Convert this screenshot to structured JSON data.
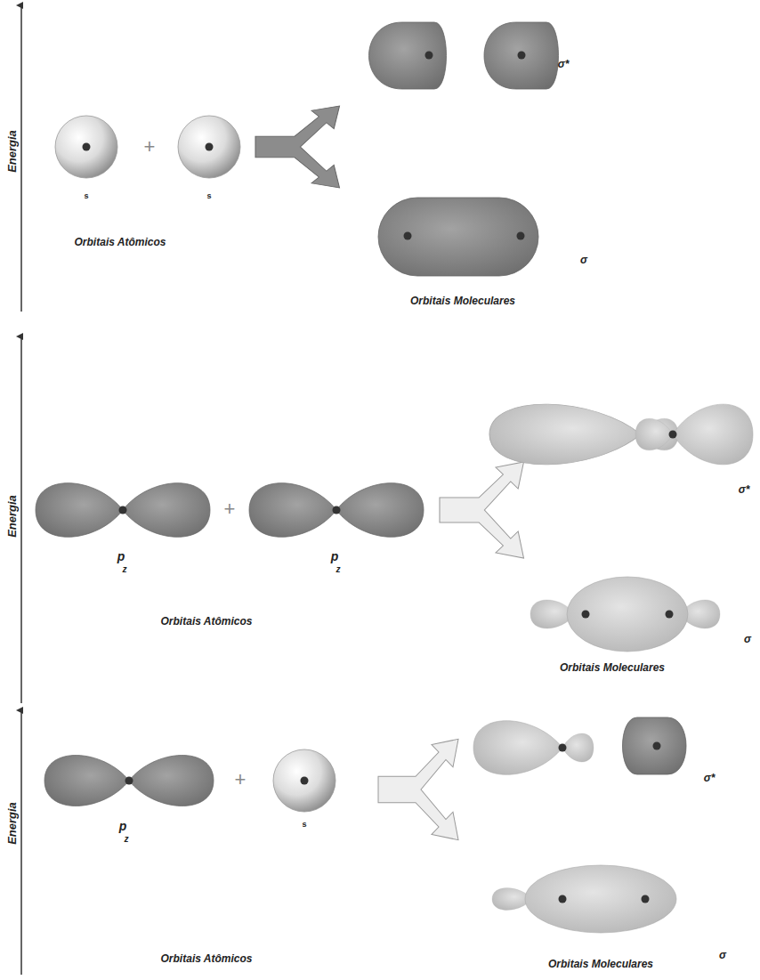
{
  "diagram": {
    "labels": [
      "Energia",
      "s",
      "+",
      "s",
      "Orbitais Atômicos",
      "σ*",
      "σ",
      "Orbitais Moleculares",
      "Energia",
      "p",
      "z",
      "+",
      "p",
      "z",
      "Orbitais Atômicos",
      "σ*",
      "σ",
      "Orbitais Moleculares",
      "Energia",
      "p",
      "z",
      "+",
      "s",
      "Orbitais Atômicos",
      "σ*",
      "σ",
      "Orbitais Moleculares"
    ]
  }
}
